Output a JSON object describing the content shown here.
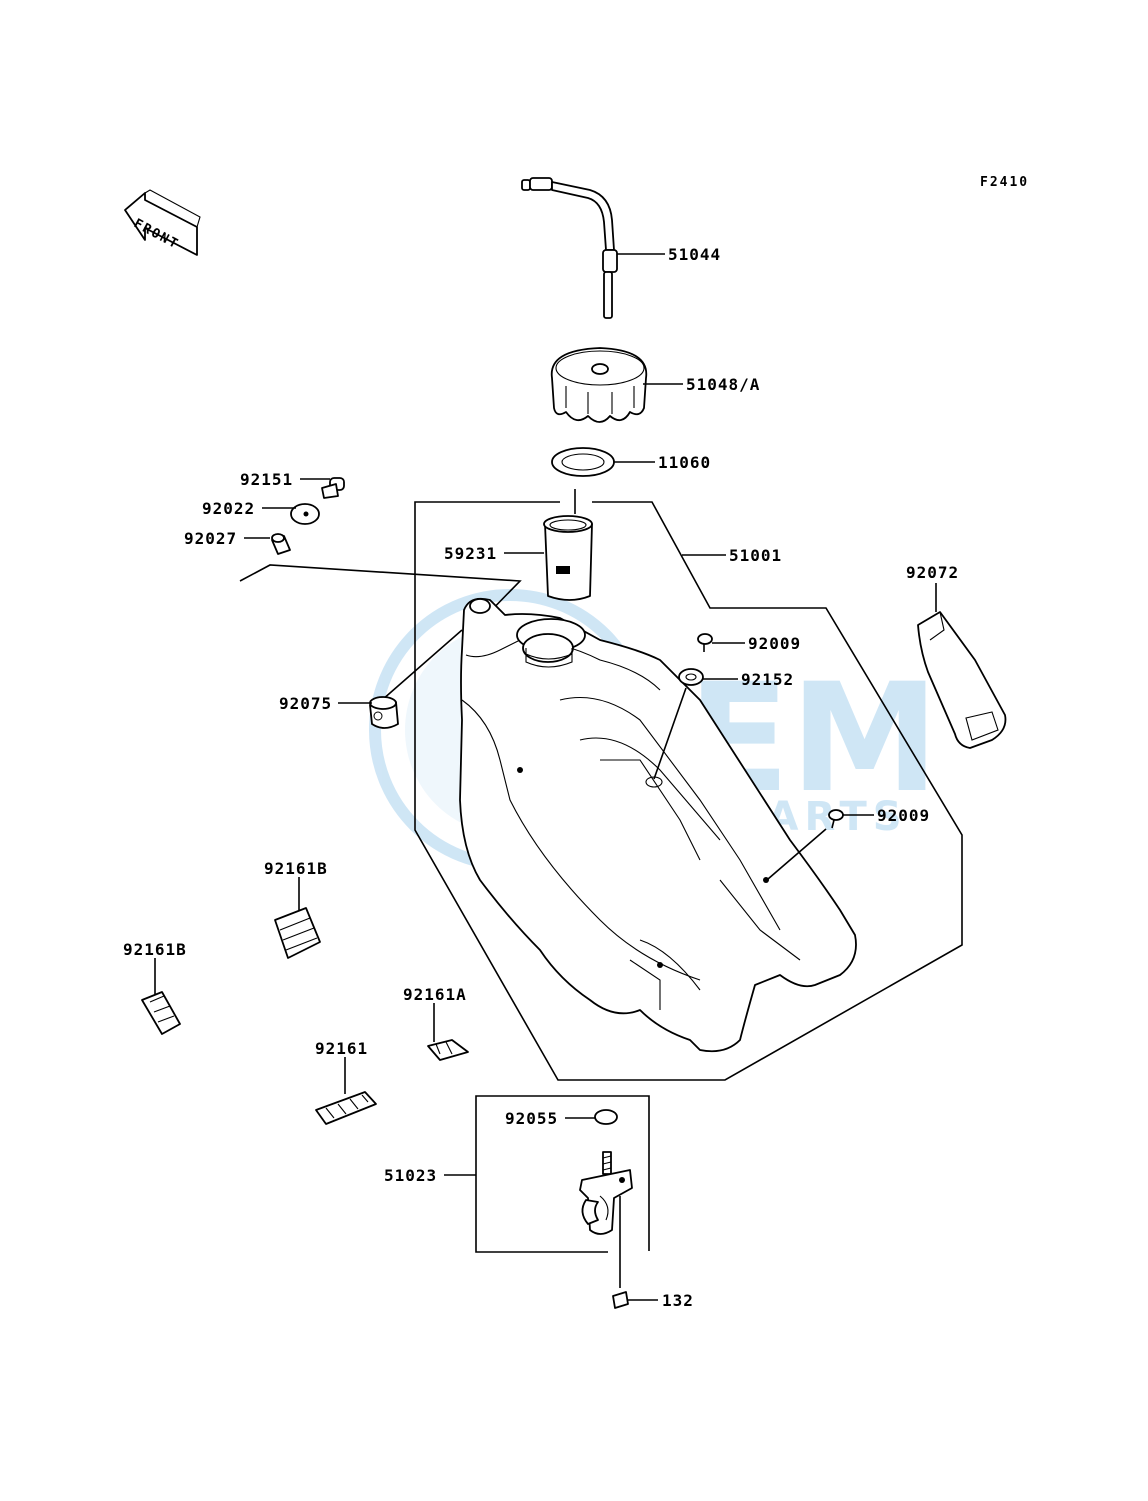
{
  "diagram": {
    "figure_code": "F2410",
    "front_label": "FRONT",
    "watermark": {
      "brand": "OEM",
      "subtitle": "MOTORPARTS",
      "color": "#2a8fd6"
    },
    "parts": [
      {
        "id": "51044",
        "label": "51044"
      },
      {
        "id": "51048A",
        "label": "51048/A"
      },
      {
        "id": "11060",
        "label": "11060"
      },
      {
        "id": "92151",
        "label": "92151"
      },
      {
        "id": "92022",
        "label": "92022"
      },
      {
        "id": "92027",
        "label": "92027"
      },
      {
        "id": "59231",
        "label": "59231"
      },
      {
        "id": "51001",
        "label": "51001"
      },
      {
        "id": "92072",
        "label": "92072"
      },
      {
        "id": "92009a",
        "label": "92009"
      },
      {
        "id": "92152",
        "label": "92152"
      },
      {
        "id": "92075",
        "label": "92075"
      },
      {
        "id": "92009b",
        "label": "92009"
      },
      {
        "id": "92161Ba",
        "label": "92161B"
      },
      {
        "id": "92161Bb",
        "label": "92161B"
      },
      {
        "id": "92161A",
        "label": "92161A"
      },
      {
        "id": "92161",
        "label": "92161"
      },
      {
        "id": "92055",
        "label": "92055"
      },
      {
        "id": "51023",
        "label": "51023"
      },
      {
        "id": "132",
        "label": "132"
      }
    ]
  }
}
